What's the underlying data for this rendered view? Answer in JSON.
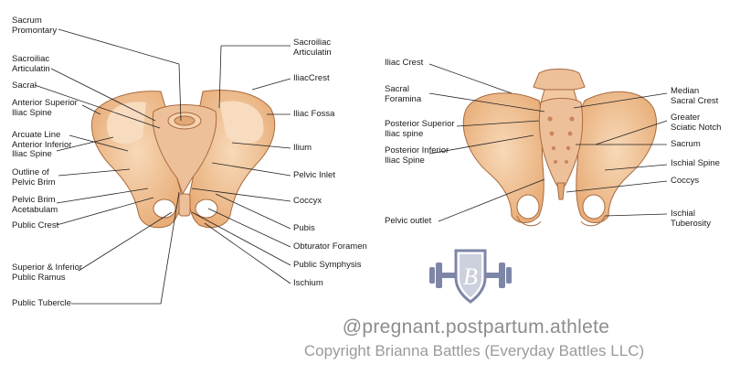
{
  "front_labels_left": [
    "Sacrum\nPromontary",
    "Sacroiliac\nArticulatin",
    "Sacral",
    "Anterior Superior\nIliac Spine",
    "Arcuate Line\nAnterior Inferior\nIliac Spine",
    "Outline of\nPelvic Brim",
    "Pelvic Brim\nAcetabulam",
    "Public Crest",
    "Superior & Inferior\nPublic Ramus",
    "Public Tubercle"
  ],
  "front_labels_right": [
    "Sacroiliac\nArticulatin",
    "IliacCrest",
    "Iliac Fossa",
    "Ilium",
    "Pelvic Inlet",
    "Coccyx",
    "Pubis",
    "Obturator Foramen",
    "Public Symphysis",
    "Ischium"
  ],
  "back_labels_left": [
    "Iliac Crest",
    "Sacral\nForamina",
    "Posterior Superior\nIliac spine",
    "Posterior Inferior\nIliac Spine",
    "Pelvic outlet"
  ],
  "back_labels_right": [
    "Median\nSacral Crest",
    "Greater\nSciatic Notch",
    "Sacrum",
    "Ischial Spine",
    "Coccys",
    "Ischial\nTuberosity"
  ],
  "logo": {
    "icon": "dumbbell-shield-icon",
    "letter": "B"
  },
  "footer": {
    "handle": "@pregnant.postpartum.athlete",
    "copyright": "Copyright Brianna Battles (Everyday Battles LLC)"
  },
  "colors": {
    "bone": "#f2c9a0",
    "bone_shade": "#d99a66",
    "outline": "#a86a3e",
    "logo": "#7d86a6",
    "text_gray": "#8c8c8c"
  }
}
